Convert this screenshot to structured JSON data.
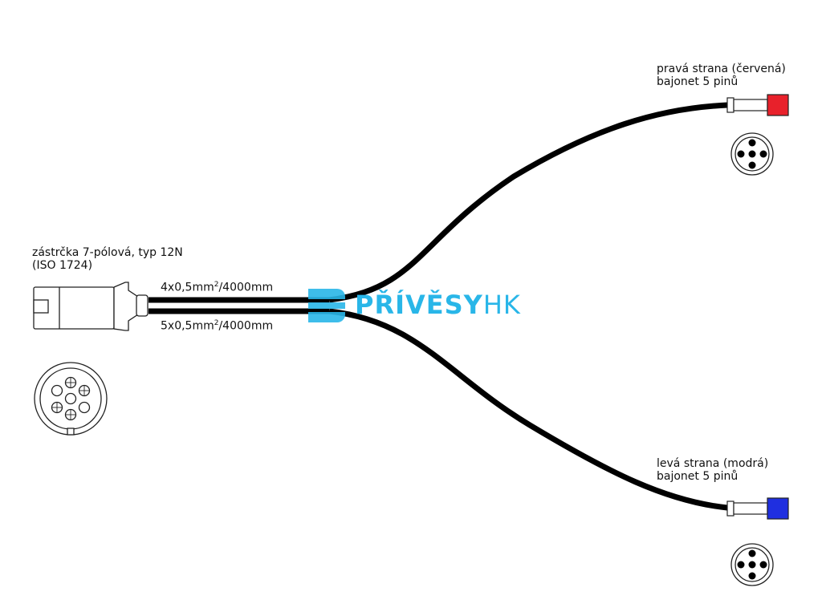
{
  "plug": {
    "title_line1": "zástrčka 7-pólová, typ 12N",
    "title_line2": "(ISO 1724)"
  },
  "cables": {
    "upper": {
      "prefix": "4x0,5mm",
      "sup": "2",
      "suffix": "/4000mm"
    },
    "lower": {
      "prefix": "5x0,5mm",
      "sup": "2",
      "suffix": "/4000mm"
    }
  },
  "right_side": {
    "line1": "pravá  strana (červená)",
    "line2": "bajonet 5 pinů",
    "color": "#e8212b"
  },
  "left_side": {
    "line1": "levá strana (modrá)",
    "line2": "bajonet 5 pinů",
    "color": "#1f2fe0"
  },
  "logo": {
    "bold": "PŘÍVĚSY",
    "light": "HK",
    "color": "#29b6e8"
  },
  "colors": {
    "cable": "#000000",
    "outline": "#222222"
  }
}
